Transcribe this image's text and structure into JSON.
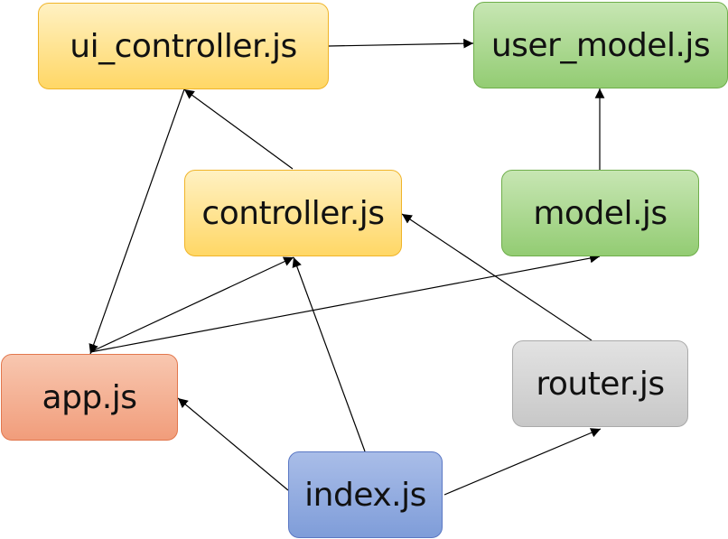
{
  "nodes": {
    "ui_controller": "ui_controller.js",
    "user_model": "user_model.js",
    "controller": "controller.js",
    "model": "model.js",
    "app": "app.js",
    "router": "router.js",
    "index": "index.js"
  },
  "edges": [
    {
      "from": "ui_controller.js",
      "to": "user_model.js"
    },
    {
      "from": "model.js",
      "to": "user_model.js"
    },
    {
      "from": "controller.js",
      "to": "ui_controller.js"
    },
    {
      "from": "ui_controller.js",
      "to": "app.js"
    },
    {
      "from": "app.js",
      "to": "controller.js"
    },
    {
      "from": "app.js",
      "to": "model.js"
    },
    {
      "from": "router.js",
      "to": "controller.js"
    },
    {
      "from": "index.js",
      "to": "controller.js"
    },
    {
      "from": "index.js",
      "to": "app.js"
    },
    {
      "from": "index.js",
      "to": "router.js"
    }
  ]
}
